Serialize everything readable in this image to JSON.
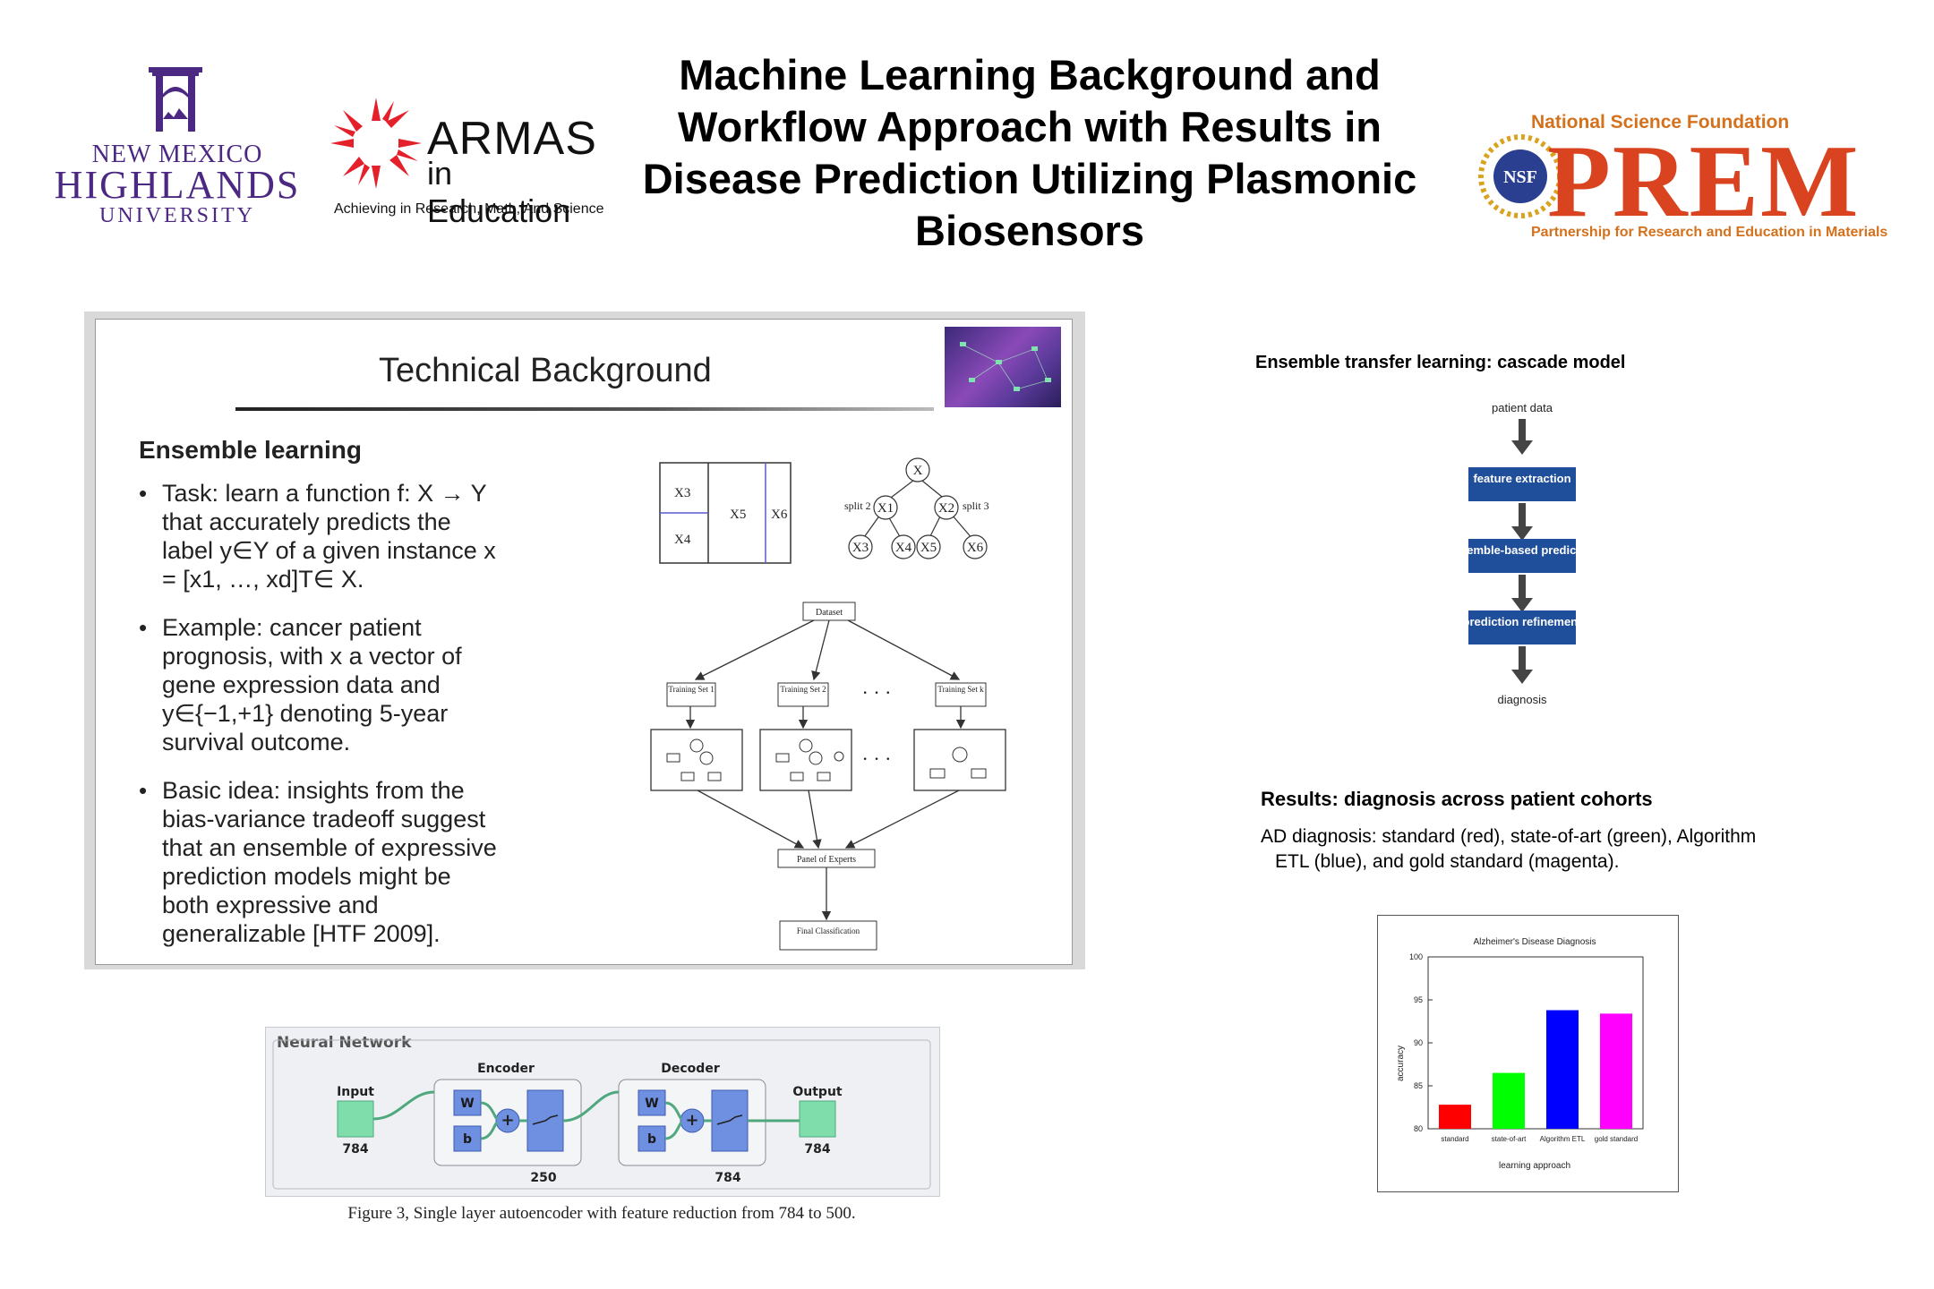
{
  "header": {
    "title": "Machine Learning Background and Workflow Approach with Results in Disease Prediction Utilizing Plasmonic Biosensors",
    "nmhu": {
      "line1": "NEW MEXICO",
      "line2": "HIGHLANDS",
      "line3": "UNIVERSITY"
    },
    "armas": {
      "name": "ARMAS",
      "sub": "in Education",
      "tagline": "Achieving in Research, Math, And Science"
    },
    "prem": {
      "top": "National Science Foundation",
      "big": "PREM",
      "sub": "Partnership for Research and Education in Materials",
      "seal": "NSF"
    }
  },
  "slide": {
    "title": "Technical Background",
    "subtitle": "Ensemble learning",
    "bullets": [
      [
        "Task: learn a function f: X → Y",
        "that accurately predicts the",
        "label y∈Y of a given instance x",
        "= [x1, …, xd]T∈ X."
      ],
      [
        "Example: cancer patient",
        "prognosis, with x a vector of",
        "gene expression data and",
        "y∈{−1,+1} denoting 5-year",
        "survival outcome."
      ],
      [
        "Basic idea: insights from the",
        "bias-variance tradeoff suggest",
        "that an ensemble of expressive",
        "prediction models might be",
        "both expressive and",
        "generalizable [HTF 2009]."
      ]
    ],
    "partition": {
      "x3": "X3",
      "x4": "X4",
      "x5": "X5",
      "x6": "X6"
    },
    "tree": {
      "root": "X",
      "n1": "X1",
      "n2": "X2",
      "l3": "X3",
      "l4": "X4",
      "l5": "X5",
      "l6": "X6",
      "split2": "split 2",
      "split3": "split 3"
    },
    "bagging": {
      "dataset": "Dataset",
      "sets": [
        "Training Set 1",
        "Training Set 2",
        "Training Set k"
      ],
      "dots": "· · ·",
      "panel": "Panel of Experts",
      "final": "Final Classification"
    }
  },
  "nn": {
    "header": "Neural Network",
    "input": "Input",
    "input_n": "784",
    "encoder": "Encoder",
    "encoder_n": "250",
    "decoder": "Decoder",
    "decoder_n": "784",
    "output": "Output",
    "output_n": "784",
    "w": "W",
    "b": "b",
    "caption": "Figure 3, Single layer autoencoder with feature reduction from 784 to 500."
  },
  "cascade": {
    "title": "Ensemble transfer learning: cascade model",
    "input": "patient data",
    "steps": [
      "feature extraction",
      "ensemble-based prediction",
      "prediction refinement"
    ],
    "output": "diagnosis",
    "box_color": "#1f4e9b"
  },
  "results": {
    "title": "Results: diagnosis across patient cohorts",
    "desc_line1": "AD diagnosis: standard (red), state-of-art (green), Algorithm",
    "desc_line2": "ETL (blue), and gold standard (magenta)."
  },
  "chart_data": {
    "type": "bar",
    "title": "Alzheimer's Disease Diagnosis",
    "xlabel": "learning approach",
    "ylabel": "accuracy",
    "categories": [
      "standard",
      "state-of-art",
      "Algorithm ETL",
      "gold standard"
    ],
    "values": [
      82.8,
      86.5,
      93.8,
      93.4
    ],
    "colors": [
      "#ff0000",
      "#00ff00",
      "#0000ff",
      "#ff00ff"
    ],
    "ylim": [
      80,
      100
    ],
    "yticks": [
      80,
      85,
      90,
      95,
      100
    ]
  }
}
